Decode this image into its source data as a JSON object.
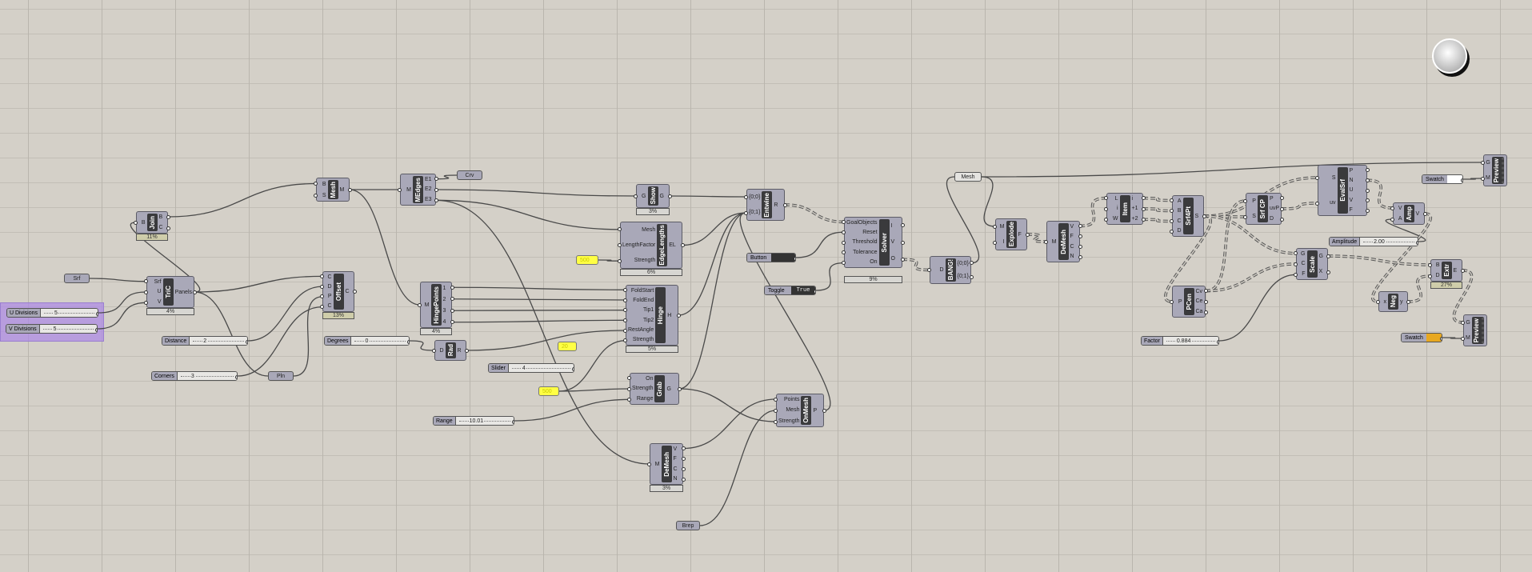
{
  "colors": {
    "canvas": "#d4d0c8",
    "panel_yellow": "#ffff44",
    "swatch_white": "#ffffff",
    "swatch_orange": "#e8a820",
    "group_purple": "#b08ce6"
  },
  "nodes": {
    "join": {
      "name": "Join",
      "inputs": [
        "B"
      ],
      "outputs": [
        "B",
        "C"
      ],
      "percent": "11%"
    },
    "mesh1": {
      "name": "Mesh",
      "inputs": [
        "B",
        "S"
      ],
      "outputs": [
        "M"
      ]
    },
    "srf": {
      "label": "Srf"
    },
    "tric": {
      "name": "TriC",
      "inputs": [
        "Srf",
        "U",
        "V"
      ],
      "outputs": [
        "Panels"
      ],
      "percent": "4%"
    },
    "udiv": {
      "label": "U Divisions",
      "value": "5"
    },
    "vdiv": {
      "label": "V Divisions",
      "value": "5"
    },
    "offset": {
      "name": "Offset",
      "inputs": [
        "C",
        "D",
        "P",
        "C"
      ],
      "outputs": [
        "C"
      ],
      "percent": "13%"
    },
    "distance": {
      "label": "Distance",
      "value": "2"
    },
    "corners": {
      "label": "Corners",
      "value": "3"
    },
    "pln": {
      "label": "Pln"
    },
    "medges": {
      "name": "MEdges",
      "inputs": [
        "M"
      ],
      "outputs": [
        "E1",
        "E2",
        "E3"
      ]
    },
    "crv": {
      "label": "Crv"
    },
    "show": {
      "name": "Show",
      "inputs": [
        "G"
      ],
      "outputs": [
        "G"
      ],
      "percent": "3%"
    },
    "edgelengths": {
      "name": "EdgeLengths",
      "inputs": [
        "Mesh",
        "LengthFactor",
        "Strength"
      ],
      "outputs": [
        "EL"
      ],
      "percent": "6%"
    },
    "y500a": {
      "value": "500"
    },
    "hingepoints": {
      "name": "HingePoints",
      "inputs": [
        "M"
      ],
      "outputs": [
        "1",
        "2",
        "3",
        "4"
      ],
      "percent": "4%"
    },
    "hinge": {
      "name": "Hinge",
      "inputs": [
        "FoldStart",
        "FoldEnd",
        "Tip1",
        "Tip2",
        "RestAngle",
        "Strength"
      ],
      "outputs": [
        "H"
      ],
      "percent": "5%"
    },
    "degrees": {
      "label": "Degrees",
      "value": "0"
    },
    "rad": {
      "name": "Rad",
      "inputs": [
        "D"
      ],
      "outputs": [
        "R"
      ]
    },
    "y20": {
      "value": "20"
    },
    "slider": {
      "label": "Slider",
      "value": "4"
    },
    "y500b": {
      "value": "500"
    },
    "grab": {
      "name": "Grab",
      "inputs": [
        "On",
        "Strength",
        "Range"
      ],
      "outputs": [
        "G"
      ]
    },
    "range": {
      "label": "Range",
      "value": "10.01"
    },
    "onmesh": {
      "name": "OnMesh",
      "inputs": [
        "Points",
        "Mesh",
        "Strength"
      ],
      "outputs": [
        "P"
      ]
    },
    "demesh1": {
      "name": "DeMesh",
      "inputs": [
        "M"
      ],
      "outputs": [
        "V",
        "F",
        "C",
        "N"
      ],
      "percent": "3%"
    },
    "brep": {
      "label": "Brep"
    },
    "entwine": {
      "name": "Entwine",
      "inputs": [
        "{0;0}",
        "{0;1}"
      ],
      "outputs": [
        "R"
      ]
    },
    "solver": {
      "name": "Solver",
      "inputs": [
        "GoalObjects",
        "Reset",
        "Threshold",
        "Tolerance",
        "On"
      ],
      "outputs": [
        "I",
        "V",
        "O"
      ],
      "percent": "9%"
    },
    "button": {
      "label": "Button"
    },
    "toggle": {
      "label": "Toggle",
      "value": "True"
    },
    "bang": {
      "name": "BANG!",
      "inputs": [
        "D"
      ],
      "outputs": [
        "{0;0}",
        "{0;1}"
      ]
    },
    "meshp": {
      "label": "Mesh"
    },
    "explode": {
      "name": "Explode",
      "inputs": [
        "M",
        "I"
      ],
      "outputs": [
        "F"
      ]
    },
    "demesh2": {
      "name": "DeMesh",
      "inputs": [
        "M"
      ],
      "outputs": [
        "V",
        "F",
        "C",
        "N"
      ]
    },
    "item": {
      "name": "Item",
      "inputs": [
        "L",
        "i",
        "W"
      ],
      "outputs": [
        "i",
        "+1",
        "+2"
      ]
    },
    "srf4pt": {
      "name": "Srf4Pt",
      "inputs": [
        "A",
        "B",
        "C",
        "D"
      ],
      "outputs": [
        "S"
      ]
    },
    "srfcp": {
      "name": "Srf CP",
      "inputs": [
        "P",
        "S"
      ],
      "outputs": [
        "P",
        "uvP",
        "D"
      ]
    },
    "evalsrf": {
      "name": "EvalSrf",
      "inputs": [
        "S",
        "uv"
      ],
      "outputs": [
        "P",
        "N",
        "U",
        "V",
        "F"
      ]
    },
    "amp": {
      "name": "Amp",
      "inputs": [
        "V",
        "A"
      ],
      "outputs": [
        "V"
      ]
    },
    "amplitude": {
      "label": "Amplitude",
      "value": "2.00"
    },
    "scale": {
      "name": "Scale",
      "inputs": [
        "G",
        "C",
        "F"
      ],
      "outputs": [
        "G",
        "X"
      ]
    },
    "extr": {
      "name": "Extr",
      "inputs": [
        "B",
        "D"
      ],
      "outputs": [
        "E"
      ],
      "percent": "27%"
    },
    "neg": {
      "name": "Neg",
      "inputs": [
        "x"
      ],
      "outputs": [
        "y"
      ]
    },
    "pcen": {
      "name": "PCen",
      "inputs": [
        "P"
      ],
      "outputs": [
        "Cv",
        "Ce",
        "Ca"
      ]
    },
    "factor": {
      "label": "Factor",
      "value": "0.884"
    },
    "preview1": {
      "name": "Preview",
      "inputs": [
        "G",
        "M"
      ],
      "outputs": []
    },
    "swatch1": {
      "label": "Swatch"
    },
    "preview2": {
      "name": "Preview",
      "inputs": [
        "G",
        "M"
      ],
      "outputs": []
    },
    "swatch2": {
      "label": "Swatch"
    }
  }
}
